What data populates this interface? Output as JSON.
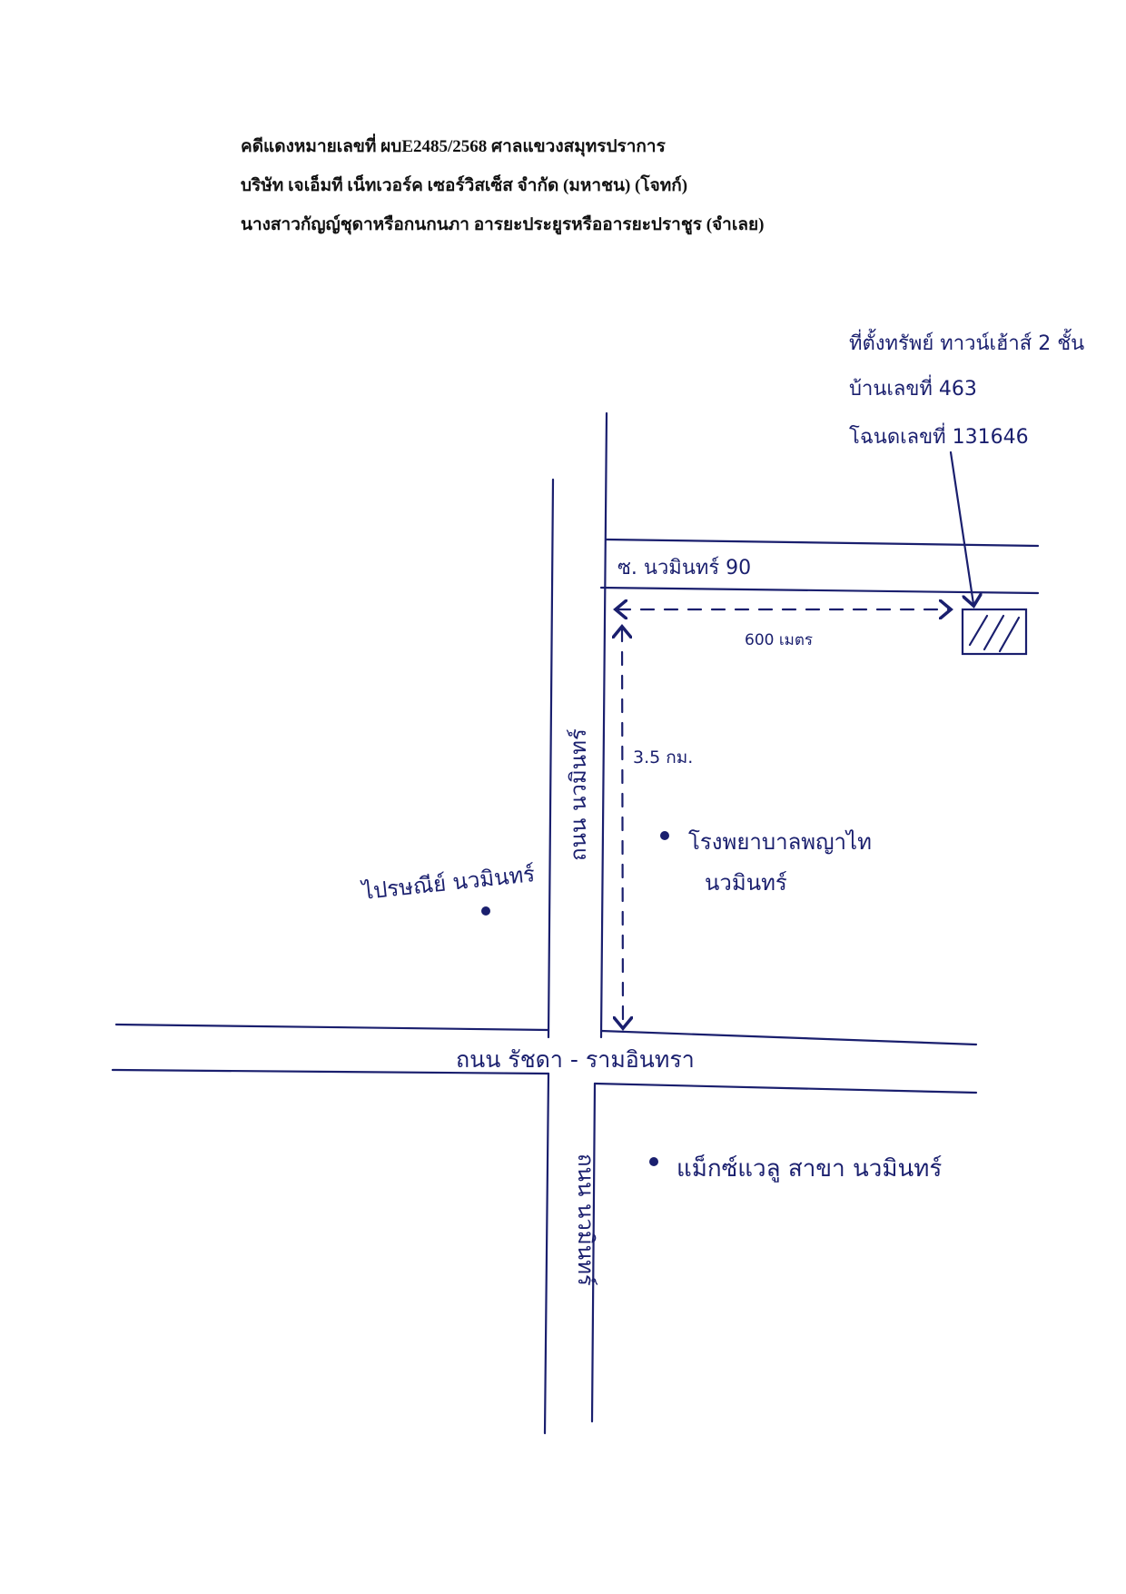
{
  "header": {
    "case_line": "คดีแดงหมายเลขที่ ผบE2485/2568 ศาลแขวงสมุทรปราการ",
    "plaintiff_line": "บริษัท เจเอ็มที เน็ทเวอร์ค เซอร์วิสเซ็ส จำกัด (มหาชน) (โจทก์)",
    "defendant_line": "นางสาวกัญญ์ชุดาหรือกนกนภา อารยะประยูรหรืออารยะปราชูร  (จำเลย)"
  },
  "map": {
    "property_note": [
      "ที่ตั้งทรัพย์ ทาวน์เฮ้าส์ 2 ชั้น",
      "บ้านเลขที่ 463",
      "โฉนดเลขที่ 131646"
    ],
    "soi_label": "ซ. นวมินทร์ 90",
    "distance_horizontal": "600 เมตร",
    "distance_vertical": "3.5 กม.",
    "road_north_label": "ถนน นวมินทร์",
    "road_south_label": "ถนน นวมินทร์",
    "road_cross_label": "ถนน รัชดา - รามอินทรา",
    "landmarks": {
      "hospital_line1": "โรงพยาบาลพญาไท",
      "hospital_line2": "นวมินทร์",
      "post_office": "ไปรษณีย์ นวมินทร์",
      "makro": "แม็กซ์แวลู สาขา นวมินทร์"
    },
    "ink_color": "#1a1f6e"
  }
}
